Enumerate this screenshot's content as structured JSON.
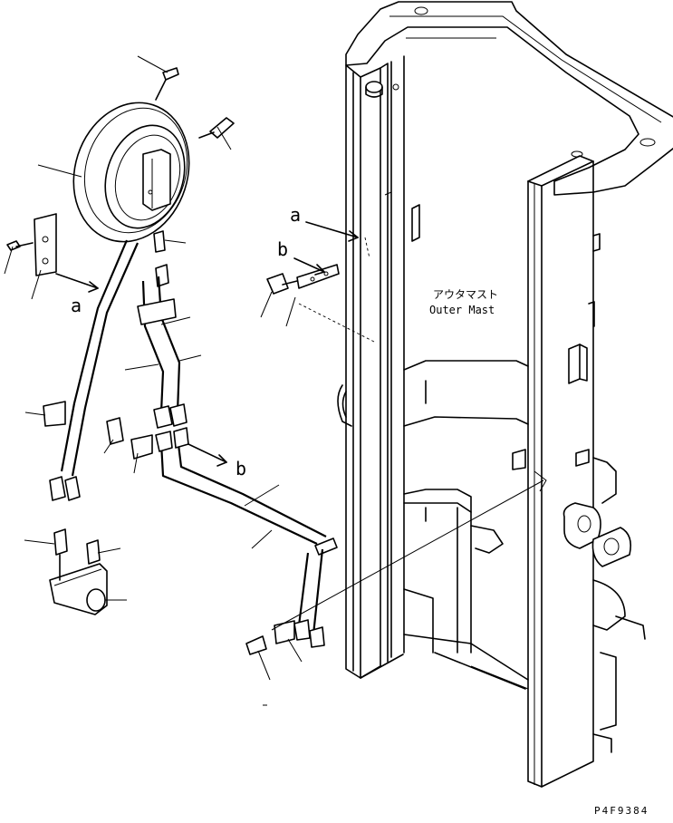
{
  "title": "",
  "part_label": {
    "japanese": "アウタマスト",
    "english": "Outer Mast"
  },
  "view_markers": {
    "a": "a",
    "b": "b"
  },
  "figure_code": "P4F9384"
}
